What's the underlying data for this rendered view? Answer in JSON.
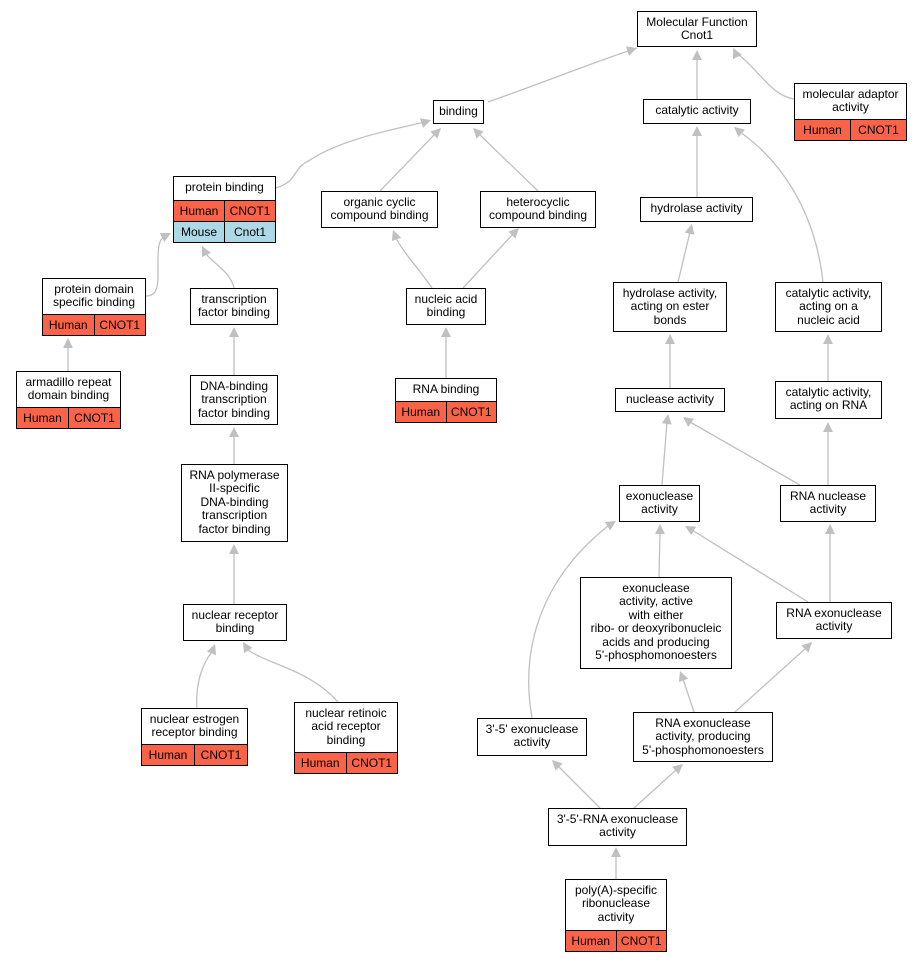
{
  "colors": {
    "human": "#fa6347",
    "mouse": "#add8e6",
    "edge": "#c0c0c0"
  },
  "nodes": {
    "mf": {
      "label": "Molecular Function\nCnot1"
    },
    "bind": {
      "label": "binding"
    },
    "cat": {
      "label": "catalytic activity"
    },
    "mad": {
      "label": "molecular adaptor\nactivity",
      "species": "Human",
      "gene": "CNOT1"
    },
    "pb": {
      "label": "protein binding",
      "species": "Human",
      "gene": "CNOT1",
      "species2": "Mouse",
      "gene2": "Cnot1"
    },
    "occ": {
      "label": "organic cyclic\ncompound binding"
    },
    "hcb": {
      "label": "heterocyclic\ncompound binding"
    },
    "hyd": {
      "label": "hydrolase activity"
    },
    "pdb": {
      "label": "protein domain\nspecific binding",
      "species": "Human",
      "gene": "CNOT1"
    },
    "tfb": {
      "label": "transcription\nfactor binding"
    },
    "nab": {
      "label": "nucleic acid\nbinding"
    },
    "hes": {
      "label": "hydrolase activity,\nacting on ester\nbonds"
    },
    "cana": {
      "label": "catalytic activity,\nacting on a\nnucleic acid"
    },
    "arm": {
      "label": "armadillo repeat\ndomain binding",
      "species": "Human",
      "gene": "CNOT1"
    },
    "dtf": {
      "label": "DNA-binding\ntranscription\nfactor binding"
    },
    "rnab": {
      "label": "RNA binding",
      "species": "Human",
      "gene": "CNOT1"
    },
    "nuc": {
      "label": "nuclease activity"
    },
    "carna": {
      "label": "catalytic activity,\nacting on RNA"
    },
    "pol2": {
      "label": "RNA polymerase\nII-specific\nDNA-binding\ntranscription\nfactor binding"
    },
    "exo": {
      "label": "exonuclease\nactivity"
    },
    "rnan": {
      "label": "RNA nuclease\nactivity"
    },
    "exor": {
      "label": "exonuclease\nactivity, active\nwith either\nribo- or deoxyribonucleic\nacids and producing\n5'-phosphomonoesters"
    },
    "rnaexo": {
      "label": "RNA exonuclease\nactivity"
    },
    "nrb": {
      "label": "nuclear receptor\nbinding"
    },
    "neb": {
      "label": "nuclear estrogen\nreceptor binding",
      "species": "Human",
      "gene": "CNOT1"
    },
    "nrab": {
      "label": "nuclear retinoic\nacid receptor\nbinding",
      "species": "Human",
      "gene": "CNOT1"
    },
    "exo35": {
      "label": "3'-5' exonuclease\nactivity"
    },
    "rnaexop": {
      "label": "RNA exonuclease\nactivity, producing\n5'-phosphomonoesters"
    },
    "rna35": {
      "label": "3'-5'-RNA exonuclease\nactivity"
    },
    "polya": {
      "label": "poly(A)-specific\nribonuclease\nactivity",
      "species": "Human",
      "gene": "CNOT1"
    }
  }
}
